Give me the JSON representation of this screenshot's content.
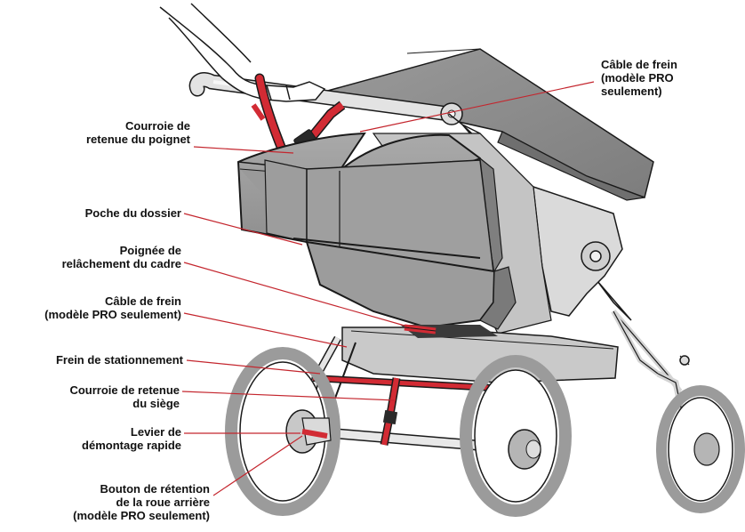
{
  "colors": {
    "strap": "#d22b34",
    "leader": "#c4262e",
    "fabric_dark": "#8c8c8c",
    "fabric_mid": "#a6a6a6",
    "fabric_light": "#c8c8c8",
    "outline": "#1a1a1a",
    "tire": "#9b9b9b",
    "frame": "#e4e4e4"
  },
  "labels": {
    "wrist_strap": "Courroie de\nretenue du poignet",
    "seat_back_pocket": "Poche du dossier",
    "frame_release_handle": "Poignée de\nrelâchement du cadre",
    "brake_cable_left": "Câble de frein\n(modèle PRO seulement)",
    "parking_brake": "Frein de stationnement",
    "seat_strap": "Courroie de retenue\ndu siège",
    "quick_release_lever": "Levier de\ndémontage rapide",
    "rear_wheel_button": "Bouton de rétention\nde la roue arrière\n(modèle PRO seulement)",
    "brake_cable_right": "Câble de frein\n(modèle PRO\nseulement)"
  }
}
